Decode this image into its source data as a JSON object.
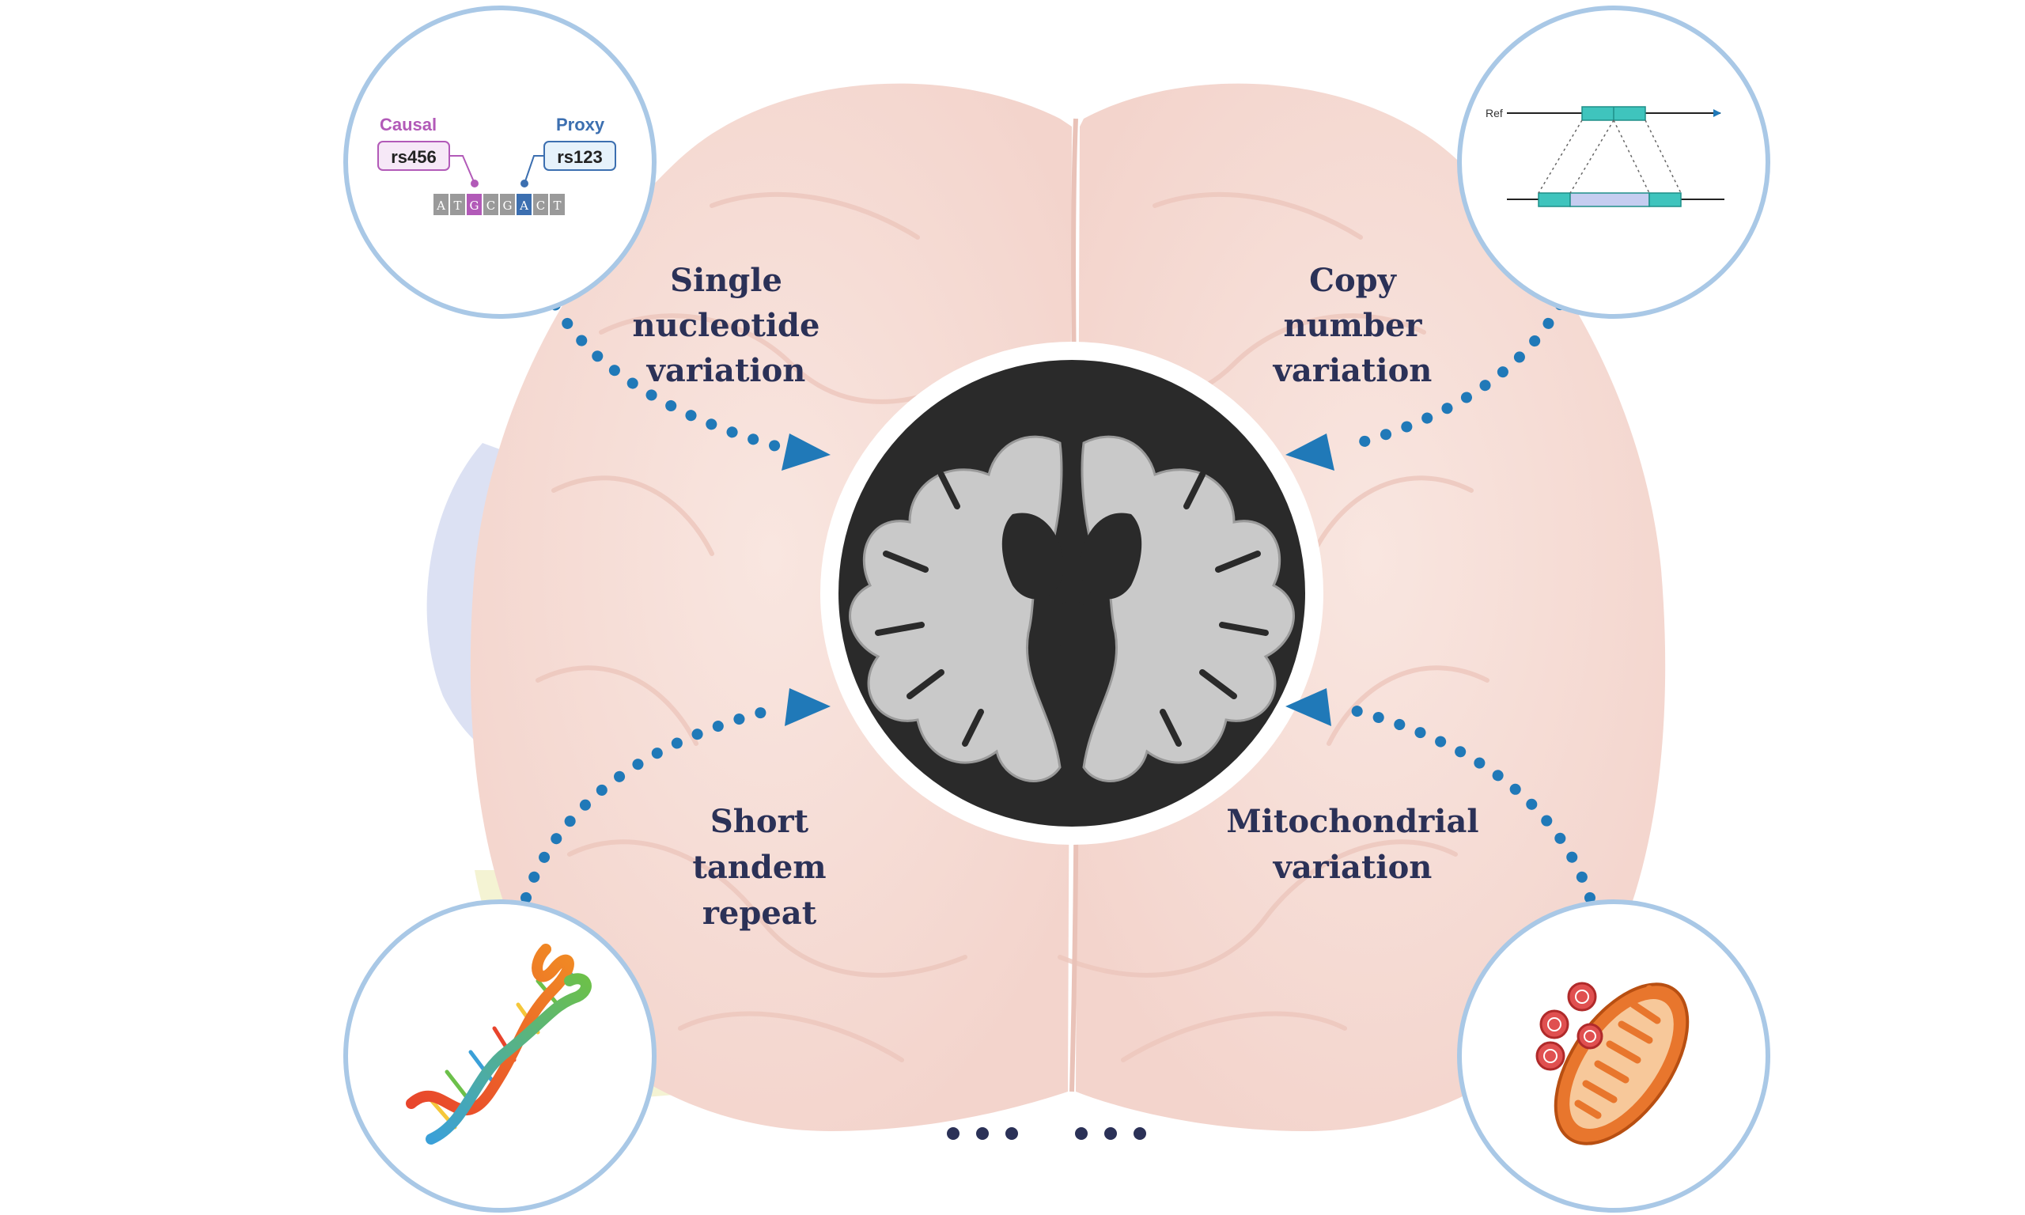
{
  "colors": {
    "label": "#2b3157",
    "arrow": "#2079b8",
    "circle_ring": "#a9c8e6",
    "brain": "#f6ddd6",
    "center_bg": "#2a2a2a",
    "causal": "#b25ab8",
    "proxy": "#3c6fb0",
    "teal": "#3fc4bd"
  },
  "labels": {
    "snv": [
      "Single",
      "nucleotide",
      "variation"
    ],
    "cnv": [
      "Copy",
      "number",
      "variation"
    ],
    "str": [
      "Short",
      "tandem",
      "repeat"
    ],
    "mito": [
      "Mitochondrial",
      "variation"
    ]
  },
  "snv_inset": {
    "causal_label": "Causal",
    "proxy_label": "Proxy",
    "causal_id": "rs456",
    "proxy_id": "rs123",
    "sequence": [
      "A",
      "T",
      "G",
      "C",
      "G",
      "A",
      "C",
      "T"
    ]
  },
  "cnv_inset": {
    "ref_label": "Ref"
  },
  "icons": {
    "center": "brain-coronal-section-image",
    "str": "dna-double-helix-icon",
    "mito": "mitochondrion-icon"
  },
  "ellipsis": "• • •   • • •"
}
